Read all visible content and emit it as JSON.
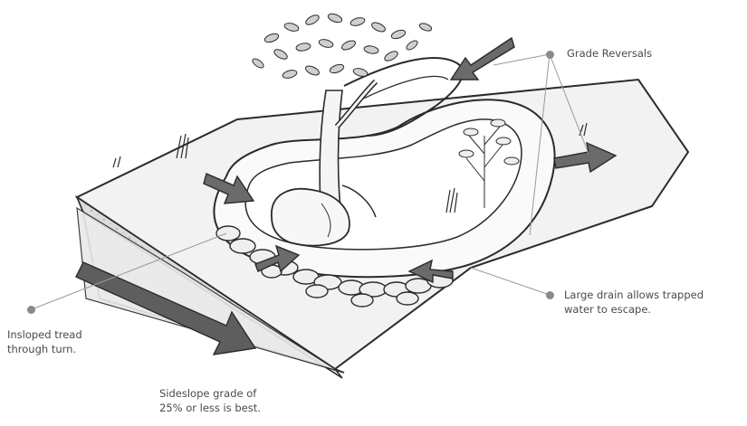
{
  "labels": {
    "grade_reversals": "Grade Reversals",
    "large_drain": "Large drain allows trapped\nwater to escape.",
    "insloped_tread": "Insloped tread\nthrough turn.",
    "sideslope": "Sideslope grade of\n25% or less is best."
  },
  "colors": {
    "arrow_fill": "#6b6b6b",
    "arrow_dark": "#3a3a3a",
    "ink": "#2b2b2b",
    "leader": "#9a9a9a"
  },
  "icons": [
    "tree",
    "boulder",
    "rock-wall",
    "grass-tuft",
    "shrub",
    "flow-arrow"
  ]
}
